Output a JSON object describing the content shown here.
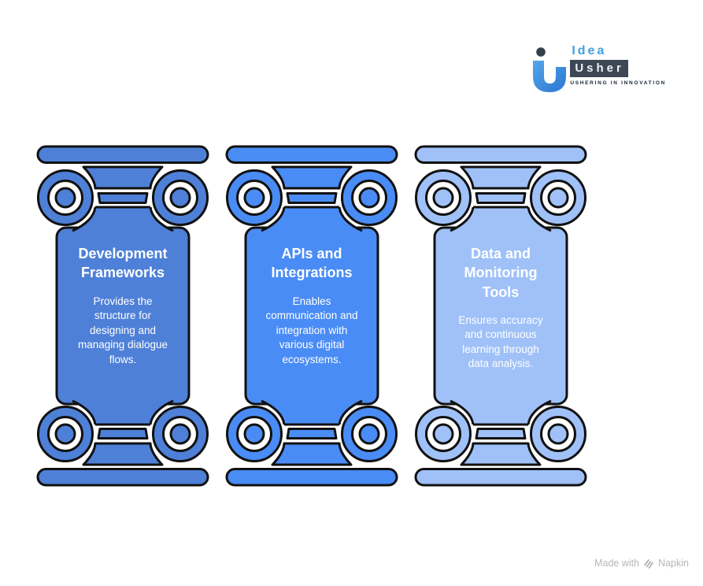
{
  "logo": {
    "word1": "Idea",
    "word2": "Usher",
    "tagline": "USHERING IN INNOVATION",
    "idea_color": "#41a0e2",
    "usher_bg": "#3d4854",
    "usher_text_color": "#eef2f5",
    "tagline_color": "#162433",
    "mark_light": "#52a7e8",
    "mark_dark": "#2b77d3",
    "mark_dot": "#343f4b"
  },
  "pillars": [
    {
      "title": "Development\nFrameworks",
      "description": "Provides the\nstructure for\ndesigning and\nmanaging dialogue\nflows.",
      "color": "#4e80d8"
    },
    {
      "title": "APIs and\nIntegrations",
      "description": "Enables\ncommunication and\nintegration with\nvarious digital\necosystems.",
      "color": "#4a8cf5"
    },
    {
      "title": "Data and\nMonitoring\nTools",
      "description": "Ensures accuracy\nand continuous\nlearning through\ndata analysis.",
      "color": "#9fc1f8"
    }
  ],
  "pillar_style": {
    "outline_color": "#111111",
    "text_color": "#ffffff"
  },
  "footer": {
    "text_before": "Made with",
    "brand": "Napkin",
    "color": "#b6b6b6"
  }
}
